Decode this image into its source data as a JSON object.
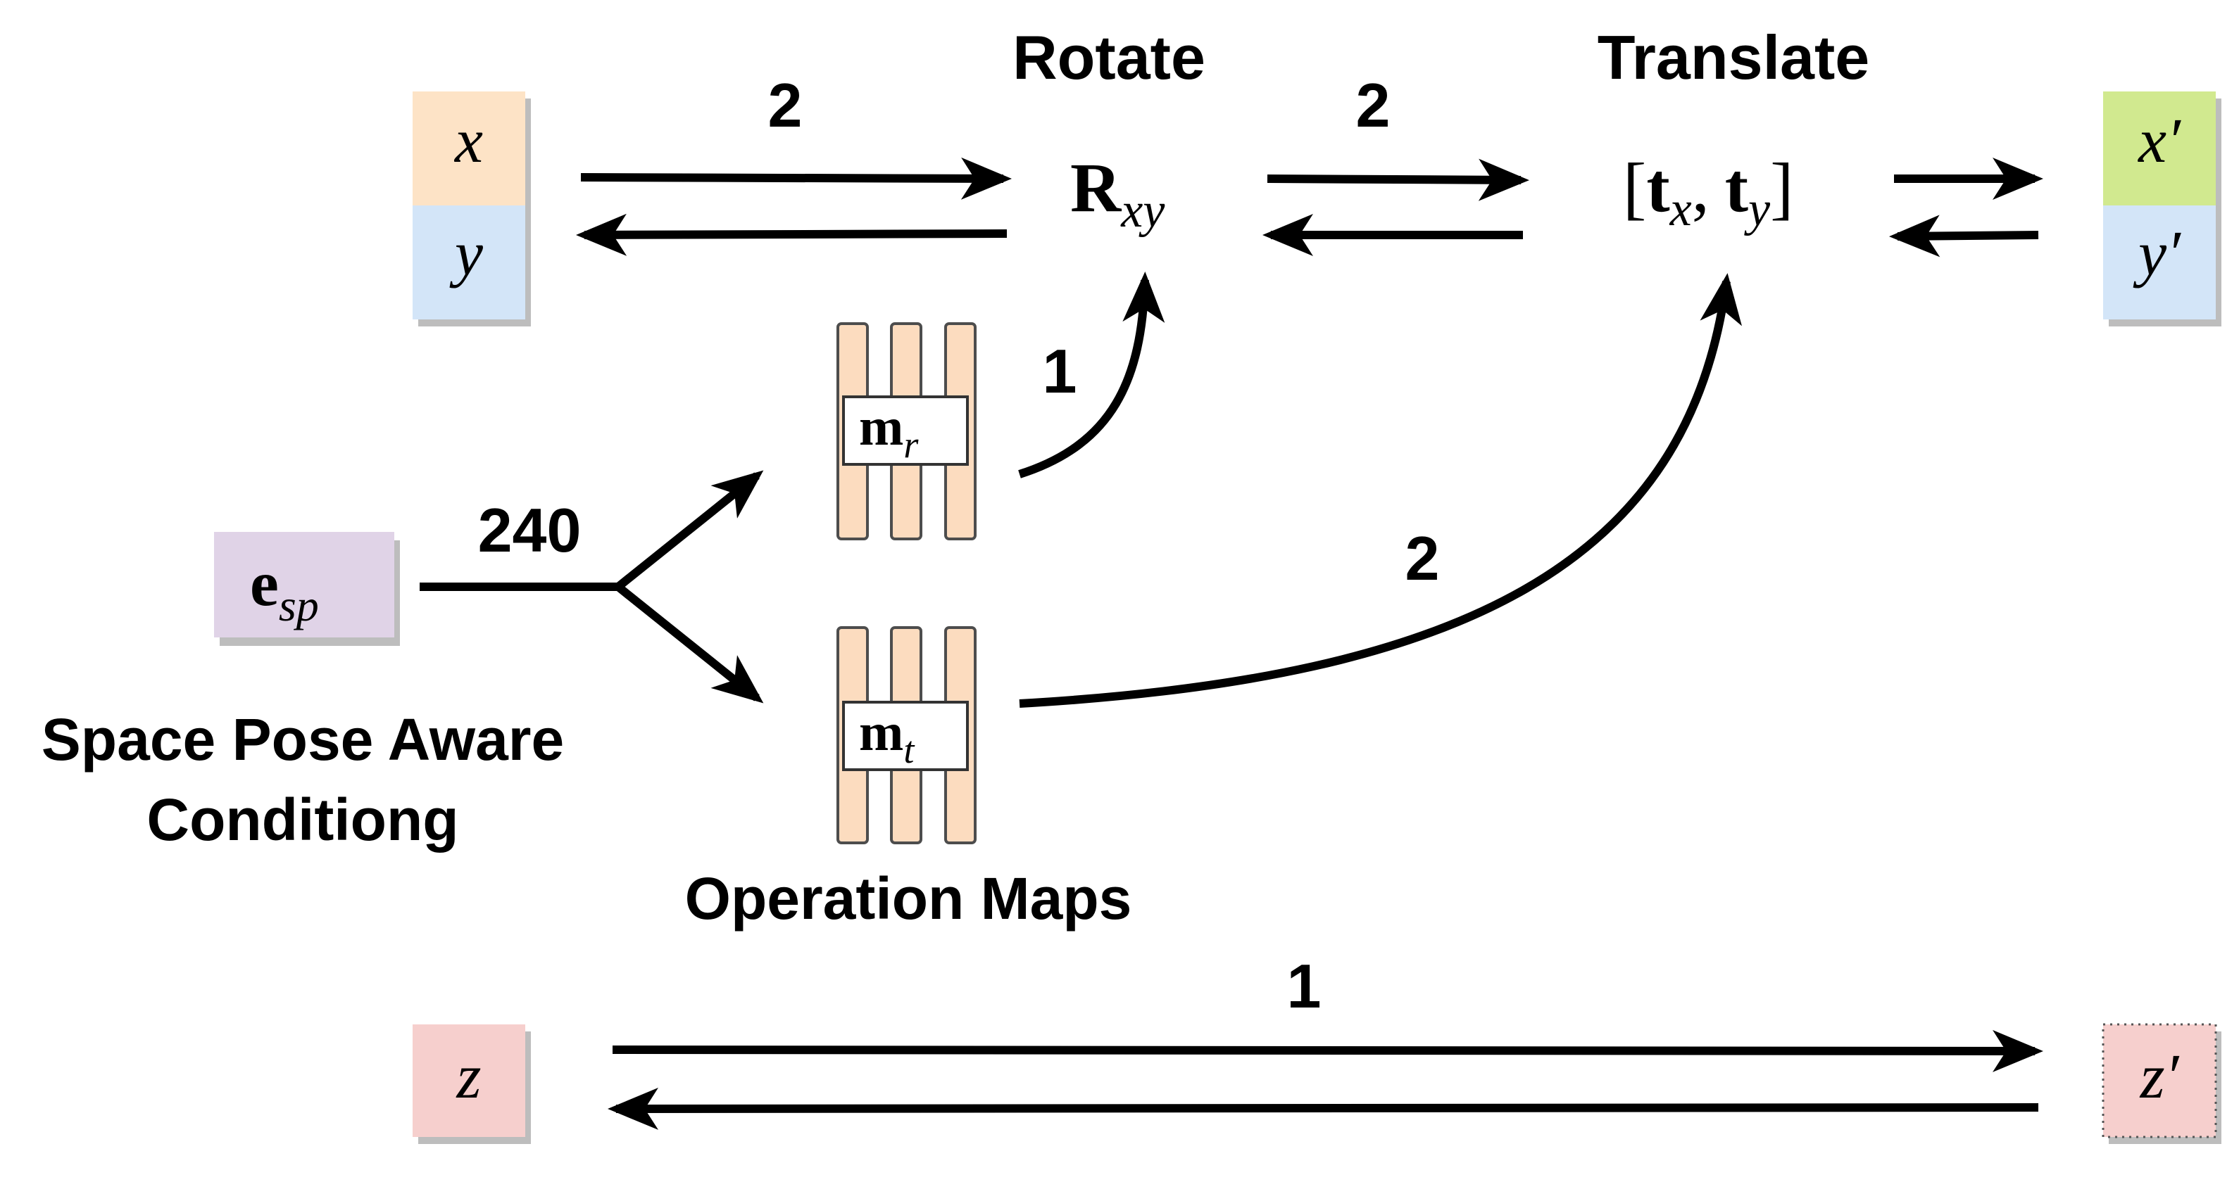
{
  "labels": {
    "rotate": "Rotate",
    "translate": "Translate",
    "operation_maps": "Operation Maps",
    "conditioning_line1": "Space Pose Aware",
    "conditioning_line2": "Conditiong"
  },
  "edge_labels": {
    "xy_to_rotate": "2",
    "rotate_to_translate": "2",
    "mr_to_rotate": "1",
    "esp_split": "240",
    "mt_to_translate": "2",
    "z_to_zprime": "1"
  },
  "symbols": {
    "x": "x",
    "y": "y",
    "x_prime": "x′",
    "y_prime": "y′",
    "z": "z",
    "z_prime": "z′",
    "rotation_base": "R",
    "rotation_sub": "xy",
    "translation_open": "[",
    "translation_t1": "t",
    "translation_t1_sub": "x",
    "translation_comma": ",",
    "translation_t2": "t",
    "translation_t2_sub": "y",
    "translation_close": "]",
    "esp_base": "e",
    "esp_sub": "sp",
    "mr_base": "m",
    "mr_sub": "r",
    "mt_base": "m",
    "mt_sub": "t"
  },
  "colors": {
    "x_fill": "#fde3c6",
    "y_fill": "#d3e5f8",
    "x_prime_fill": "#d1e98f",
    "y_prime_fill": "#d3e5f8",
    "z_fill": "#f6cfcd",
    "z_prime_fill": "#f6cfcd",
    "esp_fill": "#e0d3e7",
    "map_bar_fill": "#fcdcbf",
    "shadow": "#bdbdbd"
  }
}
